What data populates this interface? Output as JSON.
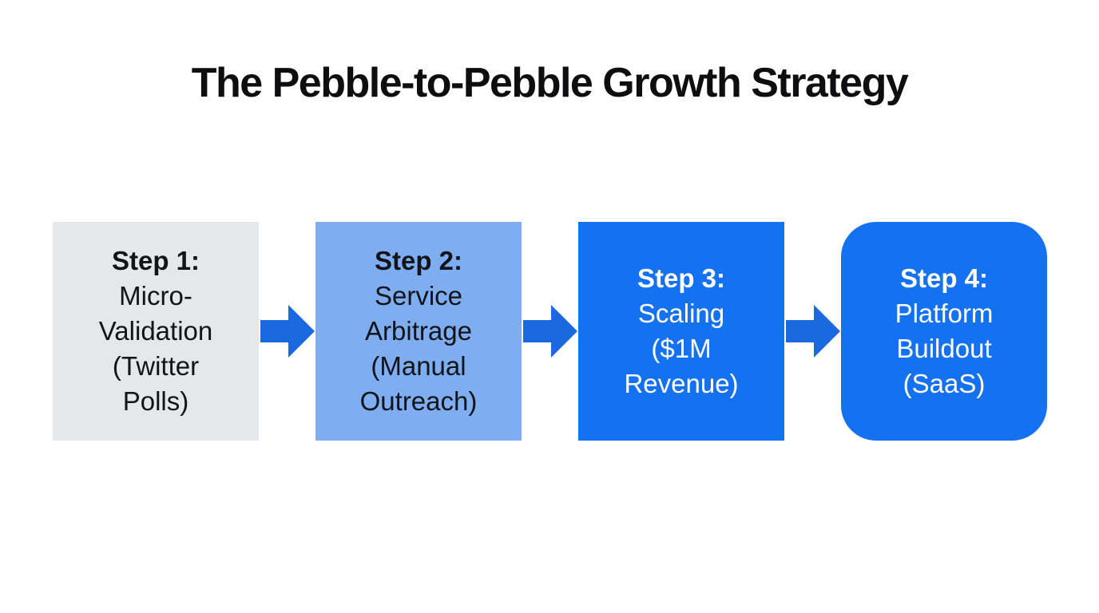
{
  "title": "The Pebble-to-Pebble Growth Strategy",
  "colors": {
    "background": "#ffffff",
    "title_text": "#0e0e10",
    "arrow": "#1b69df",
    "step1_bg": "#e5e8eb",
    "step2_bg": "#7fadf2",
    "step3_bg": "#1471f0",
    "step4_bg": "#1471f0",
    "dark_text": "#121418",
    "light_text": "#ffffff"
  },
  "steps": [
    {
      "heading": "Step 1:",
      "lines": [
        "Micro-",
        "Validation",
        "(Twitter",
        "Polls)"
      ],
      "full_text": "Step 1: Micro-Validation (Twitter Polls)",
      "bg": "#e5e8eb",
      "fg": "#121418",
      "rounded": false
    },
    {
      "heading": "Step 2:",
      "lines": [
        "Service",
        "Arbitrage",
        "(Manual",
        "Outreach)"
      ],
      "full_text": "Step 2: Service Arbitrage (Manual Outreach)",
      "bg": "#7fadf2",
      "fg": "#121418",
      "rounded": false
    },
    {
      "heading": "Step 3:",
      "lines": [
        "Scaling",
        "($1M",
        "Revenue)"
      ],
      "full_text": "Step 3: Scaling ($1M Revenue)",
      "bg": "#1471f0",
      "fg": "#ffffff",
      "rounded": false
    },
    {
      "heading": "Step 4:",
      "lines": [
        "Platform",
        "Buildout",
        "(SaaS)"
      ],
      "full_text": "Step 4: Platform Buildout (SaaS)",
      "bg": "#1471f0",
      "fg": "#ffffff",
      "rounded": true
    }
  ]
}
